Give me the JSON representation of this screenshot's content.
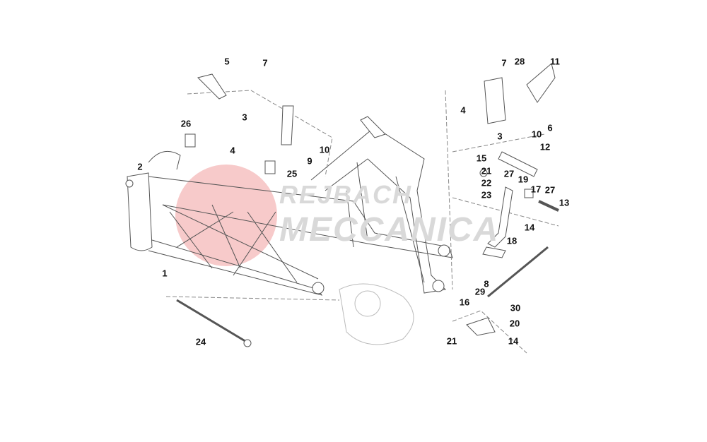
{
  "diagram": {
    "watermark": {
      "line1": "REJBACH",
      "line2": "MECCANICA",
      "accent_color": "#f4b8b8"
    },
    "callouts": [
      "5",
      "7",
      "3",
      "26",
      "4",
      "10",
      "9",
      "25",
      "2",
      "1",
      "24",
      "7",
      "28",
      "11",
      "4",
      "3",
      "10",
      "6",
      "12",
      "15",
      "21",
      "27",
      "19",
      "22",
      "23",
      "17",
      "27",
      "13",
      "14",
      "18",
      "8",
      "29",
      "16",
      "30",
      "20",
      "21",
      "14"
    ]
  }
}
